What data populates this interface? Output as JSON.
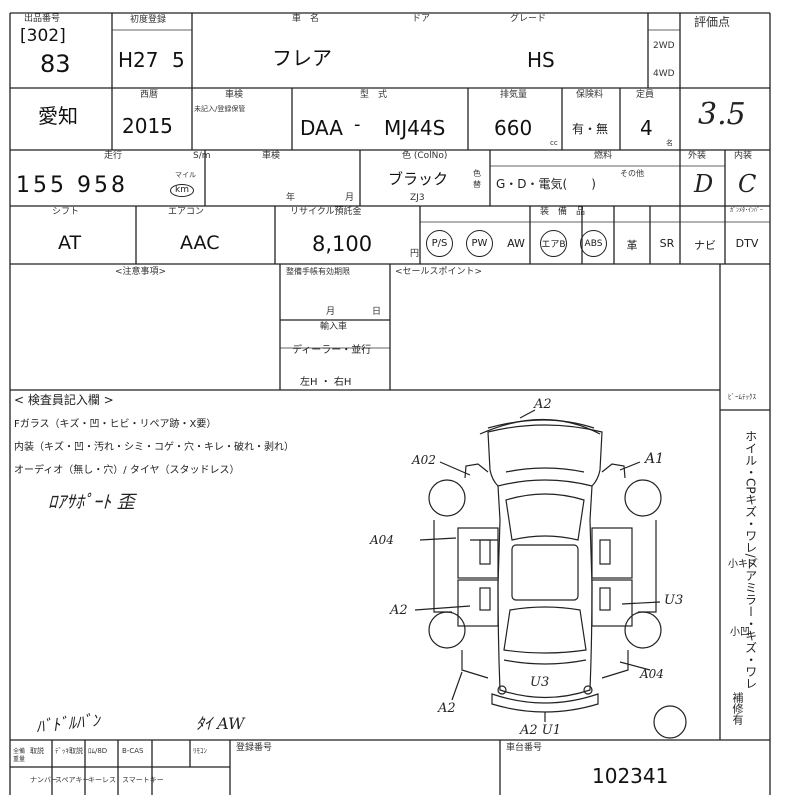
{
  "header": {
    "venue_label": "出品番号",
    "venue_code": "[302]",
    "lot_number": "83",
    "reg_label": "初度登録",
    "reg_year": "H27",
    "reg_month": "5",
    "name_label": "車　名",
    "name": "フレア",
    "door_label": "ドア",
    "grade_label": "グレード",
    "grade": "HS",
    "drive_2wd": "2WD",
    "drive_4wd": "4WD",
    "score_label": "評価点",
    "score": "3.5"
  },
  "row2": {
    "region": "愛知",
    "year_label": "西暦",
    "year": "2015",
    "inspect_label": "車検",
    "inspect_note": "未記入/登録保管",
    "model_label": "型　式",
    "model_prefix": "DAA",
    "model": "MJ44S",
    "cc_label": "排気量",
    "cc": "660",
    "cc_unit": "cc",
    "fee_label": "保険料",
    "fee": "有・無",
    "capacity_label": "定員",
    "capacity": "4",
    "capacity_unit": "名"
  },
  "row3": {
    "odo_label": "走行",
    "odo_unit_label": "S/m",
    "mileage": "155 958",
    "mileage_unit_top": "マイル",
    "mileage_unit": "km",
    "inspect_label": "車検",
    "year_unit": "年",
    "month_unit": "月",
    "color_label": "色 (ColNo)",
    "color": "ブラック",
    "color_code": "ZJ3",
    "color_change": "色替",
    "fuel_label": "燃料",
    "fuel": "G・D・電気(　　)",
    "fuel_other": "その他",
    "exterior_label": "外装",
    "exterior": "D",
    "interior_label": "内装",
    "interior": "C"
  },
  "row4": {
    "shift_label": "シフト",
    "shift": "AT",
    "ac_label": "エアコン",
    "ac": "AAC",
    "recycle_label": "リサイクル預託金",
    "recycle": "8,100",
    "recycle_unit": "円",
    "equip_label": "装　備　品",
    "equip_note": "ｶﾞﾝﾒﾀ･ｲﾝﾊﾞｰ",
    "equipment": [
      "P/S",
      "PW",
      "AW",
      "エアB",
      "ABS",
      "革",
      "SR",
      "ナビ",
      "DTV"
    ]
  },
  "notes": {
    "caution_label": "<注意事項>",
    "sale_label": "<セールスポイント>",
    "warranty_label": "整備手帳有効期限",
    "month": "月",
    "day": "日",
    "import_label": "輸入車",
    "dealer": "ディーラー・並行",
    "handle": "左H ・ 右H"
  },
  "inspector": {
    "title": "< 検査員記入欄 >",
    "glass": "Fガラス（キズ・凹・ヒビ・リペア跡・X要）",
    "interior": "内装（キズ・凹・汚れ・シミ・コゲ・穴・キレ・破れ・剥れ）",
    "audio": "オーディオ（無し・穴）/ タイヤ（スタッドレス）",
    "comment": "ﾛｱｻﾎﾟｰﾄ 歪",
    "bottom_note_1": "ﾊﾞﾄﾞﾙﾊﾞﾝ",
    "bottom_note_2": "ﾀｲ AW",
    "side_note": "ホイル・CPキズ・ワレ/ドアミラー・キズ・ワレ",
    "side_small_1": "小キズ",
    "side_small_2": "小凹",
    "side_extra": "補修有",
    "corner": "ﾋﾞｰﾑﾃｯｸｽ"
  },
  "damage_marks": {
    "top": "A2",
    "front_left": "A02",
    "front_right": "A1",
    "left_door": "A04",
    "left_rear": "A2",
    "right_rear": "U3",
    "right_bottom": "A04",
    "rear_center": "U3",
    "bottom_left": "A2",
    "bottom_center": "A2 U1"
  },
  "footer": {
    "kit_labels_top": [
      "取説",
      "ﾃﾞｯｷ取説",
      "ﾛﾑ/8D",
      "B-CAS",
      "ﾘﾓｺﾝ"
    ],
    "kit_labels_bottom": [
      "ナンバー",
      "スペアキー",
      "キーレス",
      "スマートキー"
    ],
    "frame_label": "車台番号",
    "reg_label": "登録番号",
    "frame_number": "102341",
    "side_label": "全備重量"
  }
}
